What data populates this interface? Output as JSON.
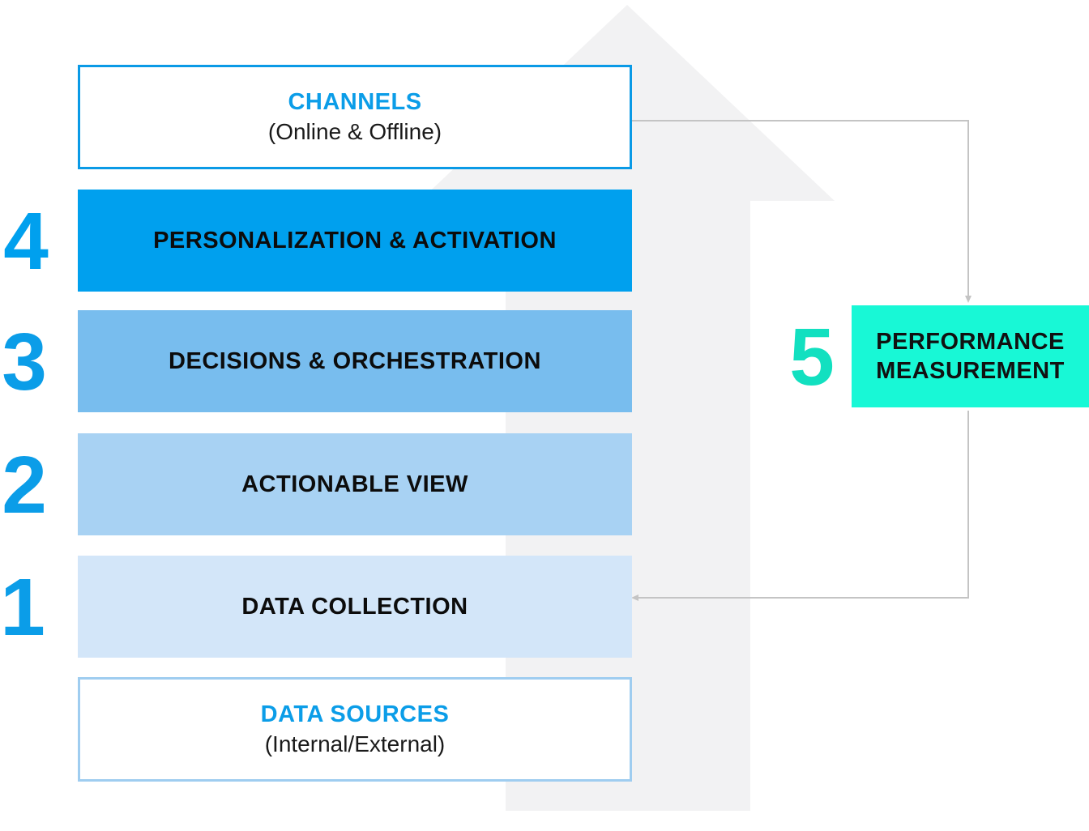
{
  "colors": {
    "layer4": "#00a0ee",
    "layer3": "#78bdee",
    "layer2": "#a8d2f3",
    "layer1": "#d3e6f9",
    "channels_border": "#0a9ae6",
    "sources_border": "#9fcdf0",
    "accent_text": "#0b9de8",
    "performance": "#18f8d6",
    "performance_number": "#12e0c0",
    "arrow_bg": "#f2f2f3",
    "connector": "#c4c4c4",
    "layer_text": "#0c0c0c"
  },
  "channels": {
    "title": "CHANNELS",
    "subtitle": "(Online & Offline)"
  },
  "layers": [
    {
      "number": "4",
      "label": "PERSONALIZATION & ACTIVATION"
    },
    {
      "number": "3",
      "label": "DECISIONS & ORCHESTRATION"
    },
    {
      "number": "2",
      "label": "ACTIONABLE VIEW"
    },
    {
      "number": "1",
      "label": "DATA COLLECTION"
    }
  ],
  "data_sources": {
    "title": "DATA SOURCES",
    "subtitle": "(Internal/External)"
  },
  "performance": {
    "number": "5",
    "line1": "PERFORMANCE",
    "line2": "MEASUREMENT"
  }
}
